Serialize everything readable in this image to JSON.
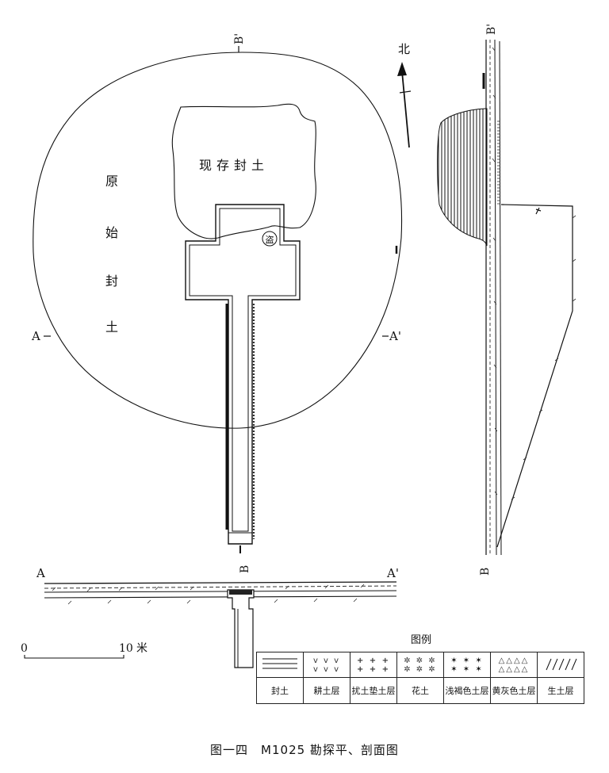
{
  "north": "北",
  "section_labels": {
    "a_left": "A",
    "a_right": "A'",
    "b_top": "B'",
    "b_bottom": "B",
    "plan_a_left": "A",
    "plan_a_right": "A'",
    "plan_b_top": "B'",
    "plan_b_bottom": "B"
  },
  "plan_text": {
    "existing_mound": "现存封土",
    "original_mound": [
      "原",
      "始",
      "封",
      "土"
    ],
    "robbery_mark": "盗"
  },
  "scale": {
    "zero": "0",
    "ten": "10",
    "unit": "米"
  },
  "legend": {
    "title": "图例",
    "items": [
      {
        "name": "封土",
        "pattern": "hlines"
      },
      {
        "name": "耕土层",
        "pattern": "v"
      },
      {
        "name": "扰土垫土层",
        "pattern": "cross"
      },
      {
        "name": "花土",
        "pattern": "star"
      },
      {
        "name": "浅褐色土层",
        "pattern": "xstar"
      },
      {
        "name": "黄灰色土层",
        "pattern": "tri"
      },
      {
        "name": "生土层",
        "pattern": "slash"
      }
    ]
  },
  "caption": "图一四　M1025 勘探平、剖面图"
}
